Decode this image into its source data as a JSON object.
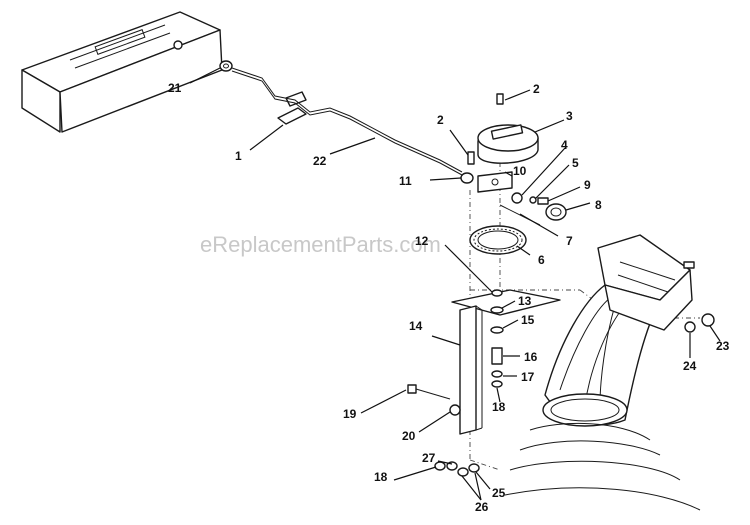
{
  "watermark": "eReplacementParts.com",
  "callouts": {
    "c1": "1",
    "c2a": "2",
    "c2b": "2",
    "c3": "3",
    "c4": "4",
    "c5": "5",
    "c6": "6",
    "c7": "7",
    "c8": "8",
    "c9": "9",
    "c10": "10",
    "c11": "11",
    "c12": "12",
    "c13": "13",
    "c14": "14",
    "c15": "15",
    "c16": "16",
    "c17": "17",
    "c18a": "18",
    "c18b": "18",
    "c19": "19",
    "c20": "20",
    "c21": "21",
    "c22": "22",
    "c23": "23",
    "c24": "24",
    "c25": "25",
    "c26": "26",
    "c27": "27"
  }
}
